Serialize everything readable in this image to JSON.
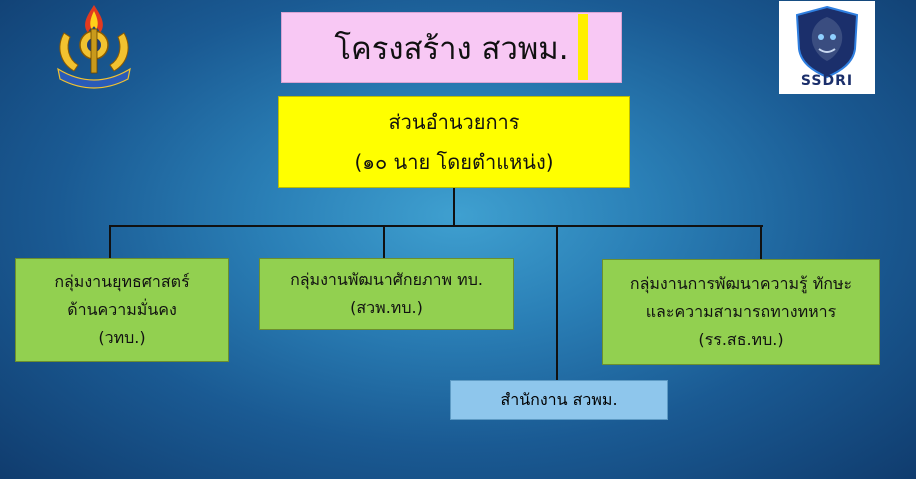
{
  "title": "โครงสร้าง สวพม.",
  "top": {
    "line1": "ส่วนอำนวยการ",
    "line2": "(๑๐ นาย โดยตำแหน่ง)"
  },
  "groups": [
    {
      "line1": "กลุ่มงานยุทธศาสตร์",
      "line2": "ด้านความมั่นคง",
      "line3": "(วทบ.)"
    },
    {
      "line1": "กลุ่มงานพัฒนาศักยภาพ ทบ.",
      "line2": "(สวพ.ทบ.)"
    },
    {
      "line1": "กลุ่มงานการพัฒนาความรู้ ทักษะ",
      "line2": "และความสามารถทางทหาร",
      "line3": "(รร.สธ.ทบ.)"
    }
  ],
  "office": "สำนักงาน สวพม.",
  "logo_right_text": "SSDRI",
  "colors": {
    "title_bg": "#f8c8f4",
    "top_bg": "#ffff00",
    "group_bg": "#92d050",
    "office_bg": "#8ec6ec"
  }
}
